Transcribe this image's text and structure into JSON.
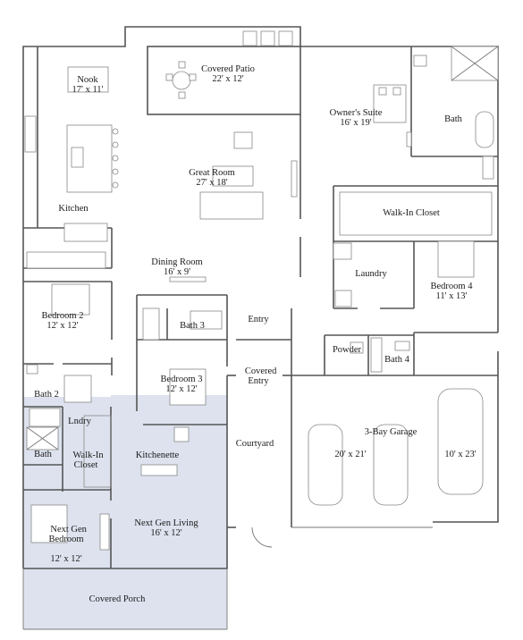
{
  "floor_plan": {
    "rooms": [
      {
        "id": "nook",
        "name": "Nook",
        "dim": "17' x 11'"
      },
      {
        "id": "covered-patio",
        "name": "Covered Patio",
        "dim": "22' x 12'"
      },
      {
        "id": "owners-suite",
        "name": "Owner's Suite",
        "dim": "16' x 19'"
      },
      {
        "id": "bath-owner",
        "name": "Bath",
        "dim": ""
      },
      {
        "id": "great-room",
        "name": "Great Room",
        "dim": "27' x 18'"
      },
      {
        "id": "kitchen",
        "name": "Kitchen",
        "dim": ""
      },
      {
        "id": "walk-in-closet",
        "name": "Walk-In Closet",
        "dim": ""
      },
      {
        "id": "dining-room",
        "name": "Dining Room",
        "dim": "16' x 9'"
      },
      {
        "id": "laundry",
        "name": "Laundry",
        "dim": ""
      },
      {
        "id": "bedroom-4",
        "name": "Bedroom 4",
        "dim": "11' x 13'"
      },
      {
        "id": "bedroom-2",
        "name": "Bedroom 2",
        "dim": "12' x 12'"
      },
      {
        "id": "entry",
        "name": "Entry",
        "dim": ""
      },
      {
        "id": "bath-3",
        "name": "Bath 3",
        "dim": ""
      },
      {
        "id": "powder",
        "name": "Powder",
        "dim": ""
      },
      {
        "id": "bath-4",
        "name": "Bath 4",
        "dim": ""
      },
      {
        "id": "covered-entry",
        "name": "Covered\nEntry",
        "dim": ""
      },
      {
        "id": "bedroom-3",
        "name": "Bedroom 3",
        "dim": "12' x 12'"
      },
      {
        "id": "bath-2",
        "name": "Bath 2",
        "dim": ""
      },
      {
        "id": "lndry",
        "name": "Lndry",
        "dim": ""
      },
      {
        "id": "three-bay-garage",
        "name": "3-Bay Garage",
        "dim": ""
      },
      {
        "id": "garage-bay-a",
        "name": "",
        "dim": "20' x 21'"
      },
      {
        "id": "garage-bay-b",
        "name": "",
        "dim": "10' x 23'"
      },
      {
        "id": "courtyard",
        "name": "Courtyard",
        "dim": ""
      },
      {
        "id": "bath-nextgen",
        "name": "Bath",
        "dim": ""
      },
      {
        "id": "walk-in-closet-nextgen",
        "name": "Walk-In\nCloset",
        "dim": ""
      },
      {
        "id": "kitchenette",
        "name": "Kitchenette",
        "dim": ""
      },
      {
        "id": "next-gen-bedroom",
        "name": "Next Gen\nBedroom",
        "dim": "12' x 12'"
      },
      {
        "id": "next-gen-living",
        "name": "Next Gen Living",
        "dim": "16' x 12'"
      },
      {
        "id": "covered-porch",
        "name": "Covered Porch",
        "dim": ""
      }
    ],
    "colors": {
      "wall": "#555555",
      "next_gen_shade": "#dde2ee",
      "label_text": "#1a1a1a"
    }
  }
}
